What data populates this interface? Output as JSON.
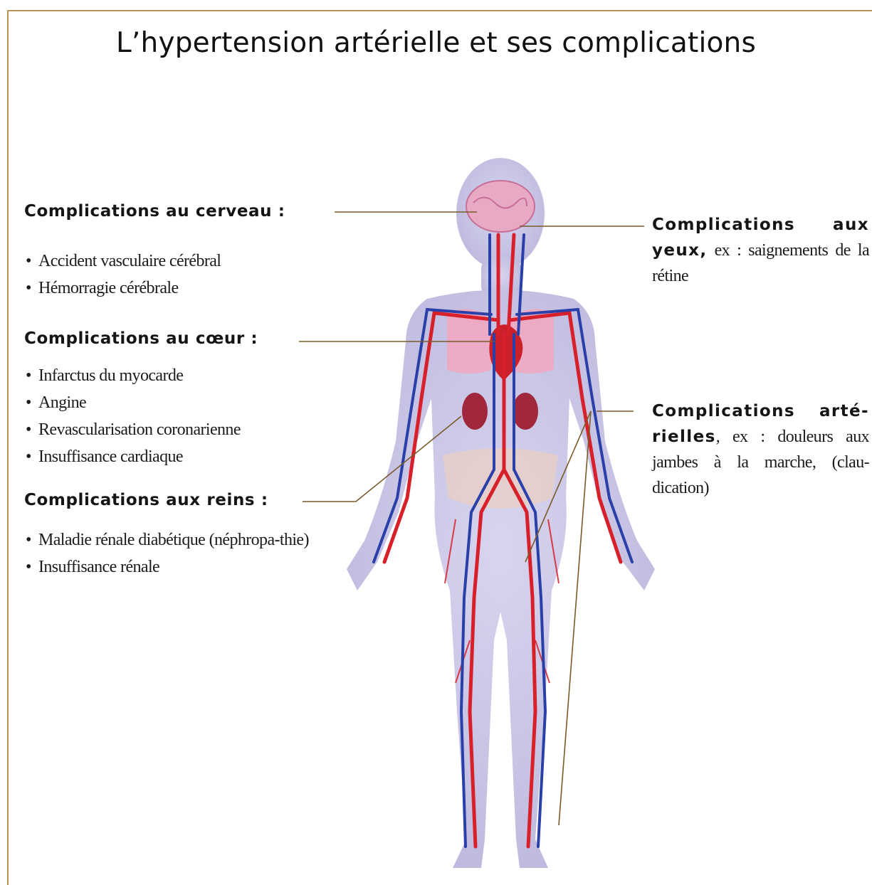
{
  "title": "L’hypertension artérielle et ses complications",
  "brain": {
    "heading": "Complications au cerveau :",
    "items": [
      "Accident vasculaire cérébral",
      "Hémorragie cérébrale"
    ]
  },
  "heart": {
    "heading": "Complications au cœur :",
    "items": [
      "Infarctus du myocarde",
      "Angine",
      "Revascularisation coronarienne",
      "Insuffisance cardiaque"
    ]
  },
  "kidneys": {
    "heading": "Complications aux reins :",
    "items": [
      "Maladie rénale diabétique (néphropa-thie)",
      "Insuffisance rénale"
    ]
  },
  "eyes": {
    "heading": "Complications aux yeux,",
    "text": " ex : saignements de la rétine"
  },
  "arteries": {
    "heading": "Complications arté-rielles",
    "text": ", ex : douleurs aux jambes à la marche, (clau-dication)"
  },
  "colors": {
    "frame": "#b8935a",
    "leader": "#7a5a2a",
    "body": "#c9c6e6",
    "artery": "#d8202a",
    "vein": "#2b3fa8"
  }
}
